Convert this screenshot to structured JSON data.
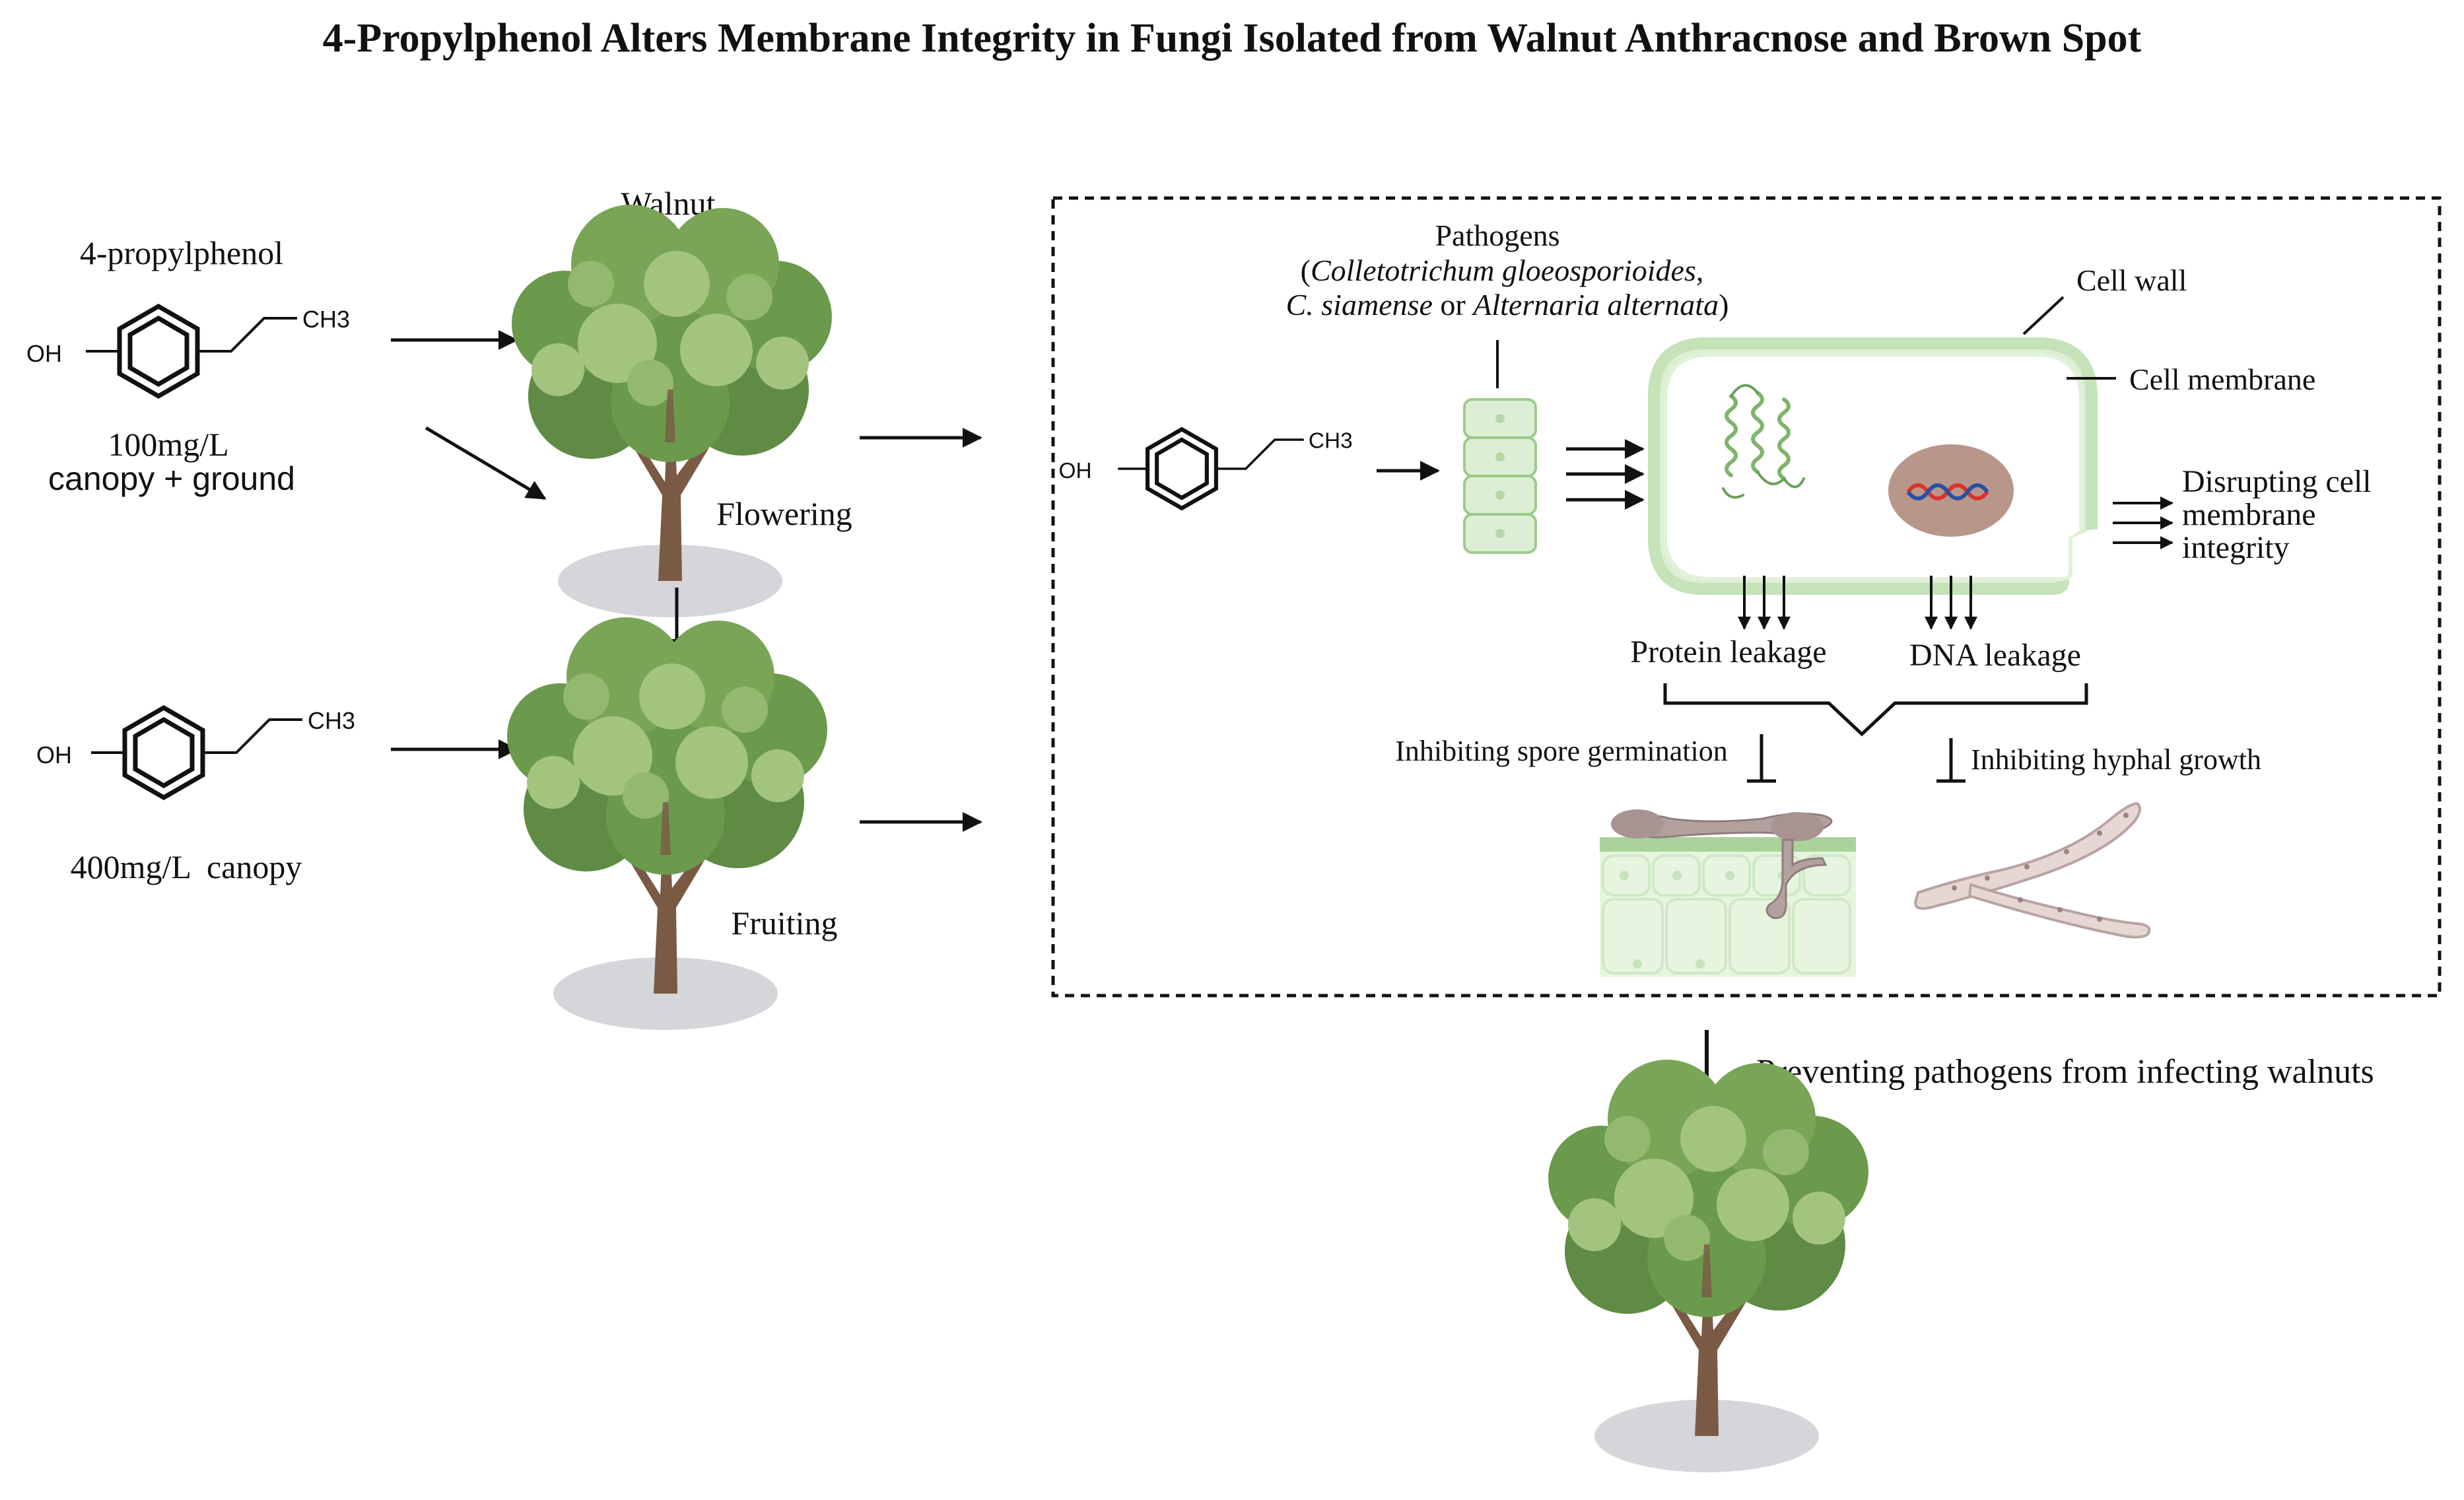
{
  "title": "4-Propylphenol Alters Membrane Integrity in Fungi Isolated from Walnut Anthracnose and Brown Spot",
  "compound": {
    "name": "4-propylphenol",
    "oh": "OH",
    "ch3": "CH3"
  },
  "treatments": {
    "first": {
      "concentration": "100mg/L",
      "method": "canopy + ground"
    },
    "second": {
      "label": "400mg/L  canopy"
    }
  },
  "walnut": {
    "label": "Walnut",
    "stage1": "Flowering",
    "stage2": "Fruiting"
  },
  "pathogens": {
    "label": "Pathogens",
    "line1_open": "(",
    "line1_species": "Colletotrichum gloeosporioides",
    "line1_close": ",",
    "line2_sp1": "C. siamense",
    "line2_or": " or ",
    "line2_sp2": "Alternaria alternata",
    "line2_close": ")"
  },
  "cell": {
    "wall": "Cell wall",
    "membrane": "Cell membrane",
    "disrupting": [
      "Disrupting cell",
      "membrane",
      "integrity"
    ],
    "protein_leakage": "Protein leakage",
    "dna_leakage": "DNA leakage"
  },
  "effects": {
    "spore": "Inhibiting spore germination",
    "hyphal": "Inhibiting hyphal growth"
  },
  "outcome": "Preventing pathogens from infecting walnuts",
  "colors": {
    "cell_fill": "#dcefd5",
    "cell_stroke": "#b9dcae",
    "leaf_dark": "#5f8b44",
    "leaf_mid": "#7aa557",
    "leaf_light": "#a3c47f",
    "trunk": "#7a5a45",
    "ground": "#d4d6d9",
    "nucleus": "#b8978a",
    "fungus": "#b3a1a0"
  }
}
